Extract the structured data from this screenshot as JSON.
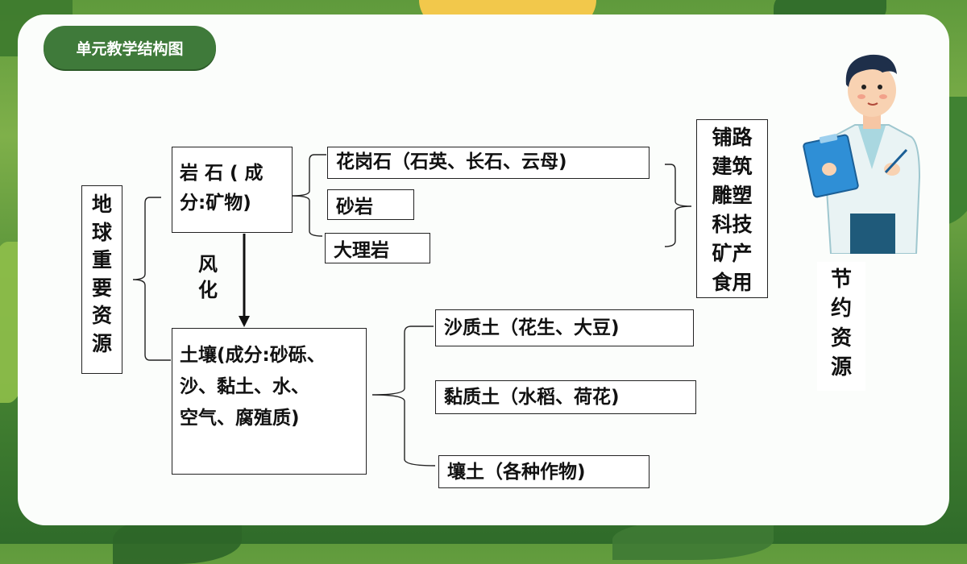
{
  "slide_title": "单元教学结构图",
  "root": {
    "label": "地\n球\n重\n要\n资\n源"
  },
  "rock": {
    "label": "岩 石 ( 成\n分:矿物)"
  },
  "rock_types": [
    {
      "label": "花岗石（石英、长石、云母)"
    },
    {
      "label": "砂岩"
    },
    {
      "label": "大理岩"
    }
  ],
  "rock_uses": {
    "label": "铺路\n建筑\n雕塑\n科技\n矿产\n食用"
  },
  "weathering": {
    "label": "风\n化"
  },
  "soil": {
    "label": "土壤(成分:砂砾、\n沙、黏土、水、\n空气、腐殖质)"
  },
  "soil_types": [
    {
      "label": "沙质土（花生、大豆)"
    },
    {
      "label": "黏质土（水稻、荷花)"
    },
    {
      "label": "壤土（各种作物)"
    }
  ],
  "save": {
    "label": "节\n约\n资\n源"
  },
  "colors": {
    "title_bg": "#3f7a3a",
    "border": "#222222",
    "bg_green": "#5f9a3c"
  }
}
